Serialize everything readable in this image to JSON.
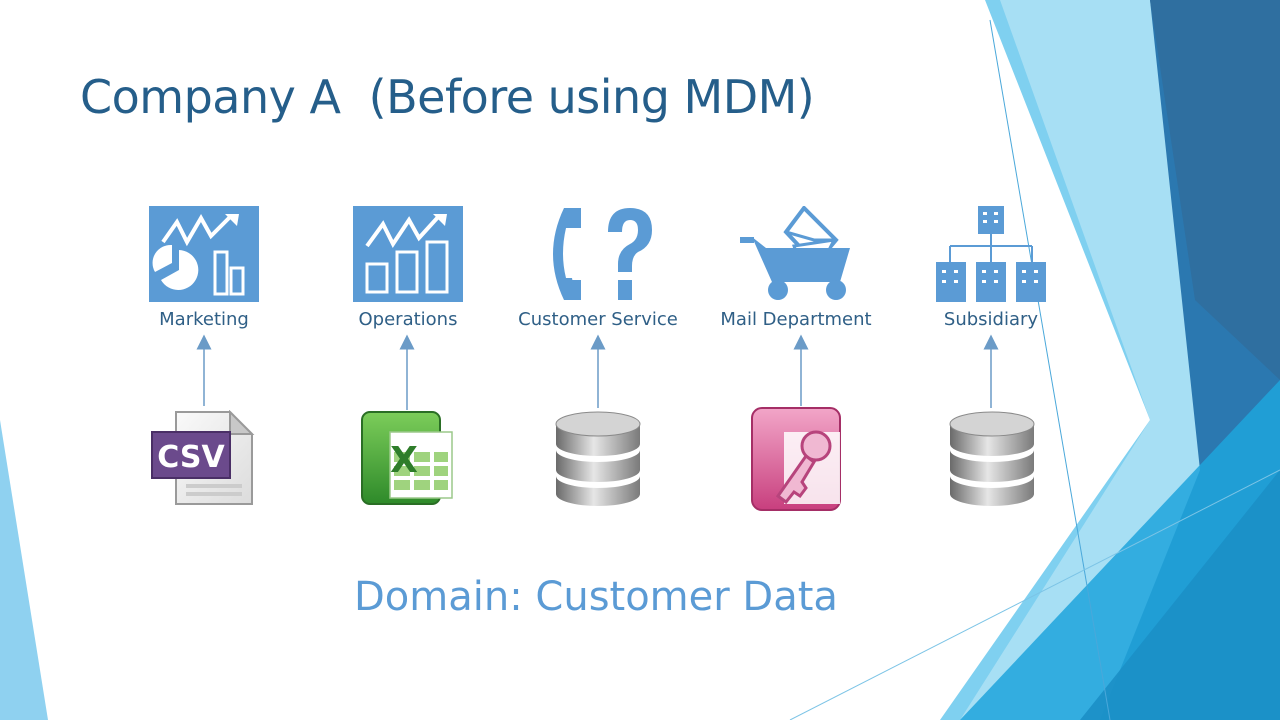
{
  "slide": {
    "title": "Company A  (Before using MDM)",
    "domain_caption": "Domain: Customer Data"
  },
  "departments": [
    {
      "label": "Marketing",
      "icon": "chart-pie-icon",
      "source": "csv-file-icon",
      "source_text": "CSV"
    },
    {
      "label": "Operations",
      "icon": "chart-bar-icon",
      "source": "excel-file-icon",
      "source_text": "X"
    },
    {
      "label": "Customer Service",
      "icon": "phone-question-icon",
      "source": "database-icon"
    },
    {
      "label": "Mail Department",
      "icon": "mail-cart-icon",
      "source": "access-file-icon"
    },
    {
      "label": "Subsidiary",
      "icon": "org-chart-icon",
      "source": "database-icon"
    }
  ],
  "colors": {
    "title": "#255e8a",
    "label": "#2f5f86",
    "caption": "#5b9bd5",
    "icon_blue": "#5b9bd5",
    "arrow": "#6b9bc7"
  }
}
